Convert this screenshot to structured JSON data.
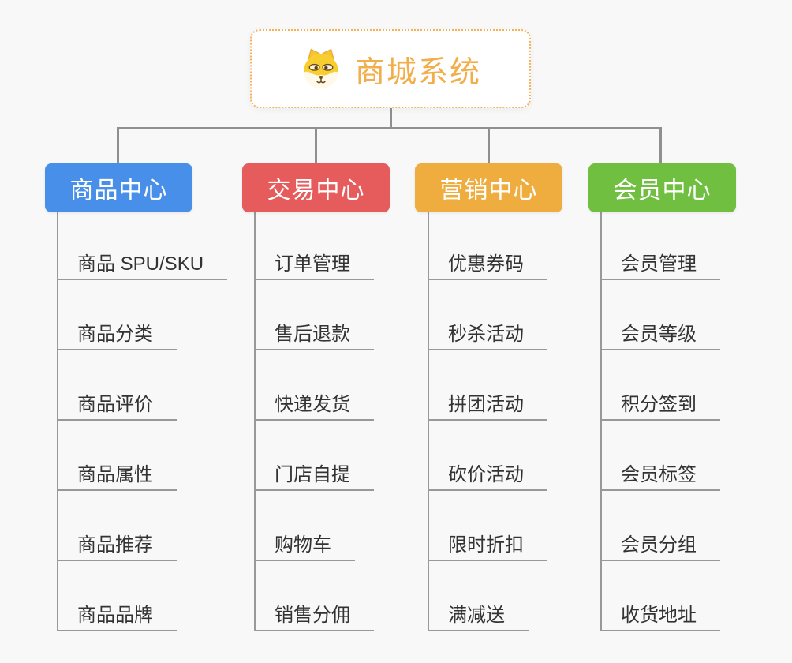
{
  "canvas": {
    "background": "#f8f8f8",
    "connector_color": "#8f8f8f",
    "child_line_color": "#999999",
    "child_text_color": "#333333"
  },
  "root": {
    "title": "商城系统",
    "icon": "dog-face-icon",
    "title_color": "#F2AE4A",
    "border_color": "#F5B05A",
    "background": "#ffffff"
  },
  "branches": [
    {
      "label": "商品中心",
      "color": "#478FE8",
      "children": [
        "商品 SPU/SKU",
        "商品分类",
        "商品评价",
        "商品属性",
        "商品推荐",
        "商品品牌"
      ]
    },
    {
      "label": "交易中心",
      "color": "#E65C5C",
      "children": [
        "订单管理",
        "售后退款",
        "快递发货",
        "门店自提",
        "购物车",
        "销售分佣"
      ]
    },
    {
      "label": "营销中心",
      "color": "#EFAD40",
      "children": [
        "优惠券码",
        "秒杀活动",
        "拼团活动",
        "砍价活动",
        "限时折扣",
        "满减送"
      ]
    },
    {
      "label": "会员中心",
      "color": "#70BF40",
      "children": [
        "会员管理",
        "会员等级",
        "积分签到",
        "会员标签",
        "会员分组",
        "收货地址"
      ]
    }
  ]
}
